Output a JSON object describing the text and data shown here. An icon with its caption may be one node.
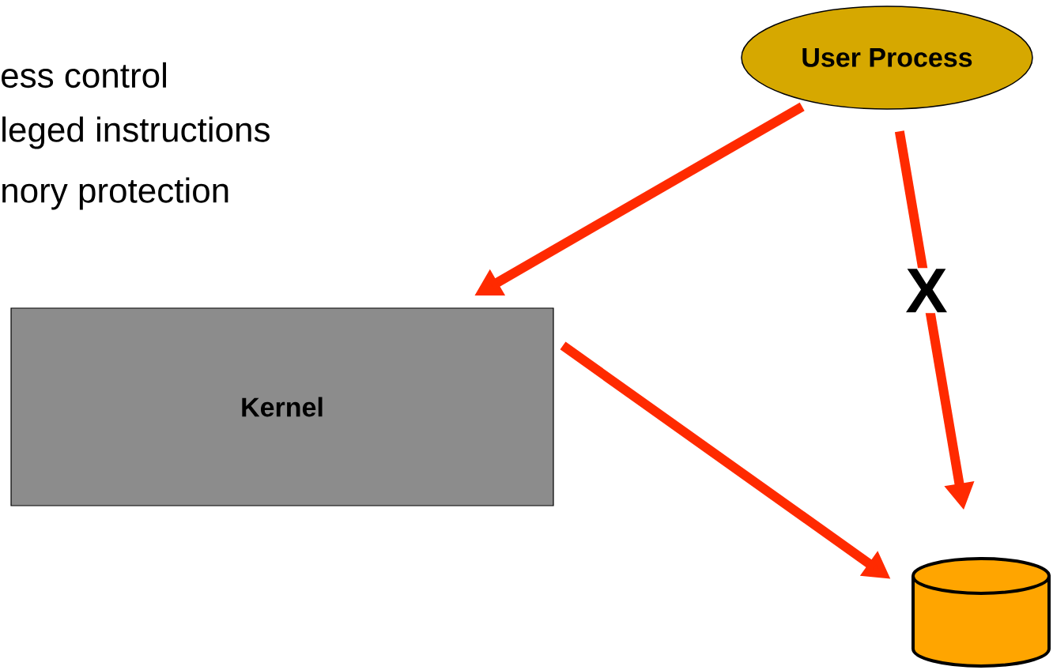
{
  "diagram": {
    "nodes": [
      {
        "text": [
          "Kernel"
        ]
      },
      {
        "text": [
          "User Process"
        ]
      },
      {
        "text": [],
        "shape": "cylinder"
      }
    ],
    "edges": [
      {
        "from": 1,
        "to": 0,
        "arrow": "to"
      },
      {
        "from": 1,
        "to": 2,
        "arrow": "to",
        "label": "X"
      },
      {
        "from": 0,
        "to": 2,
        "arrow": "to"
      }
    ],
    "labels": [
      "ess control",
      "leged instructions",
      "nory protection"
    ]
  }
}
